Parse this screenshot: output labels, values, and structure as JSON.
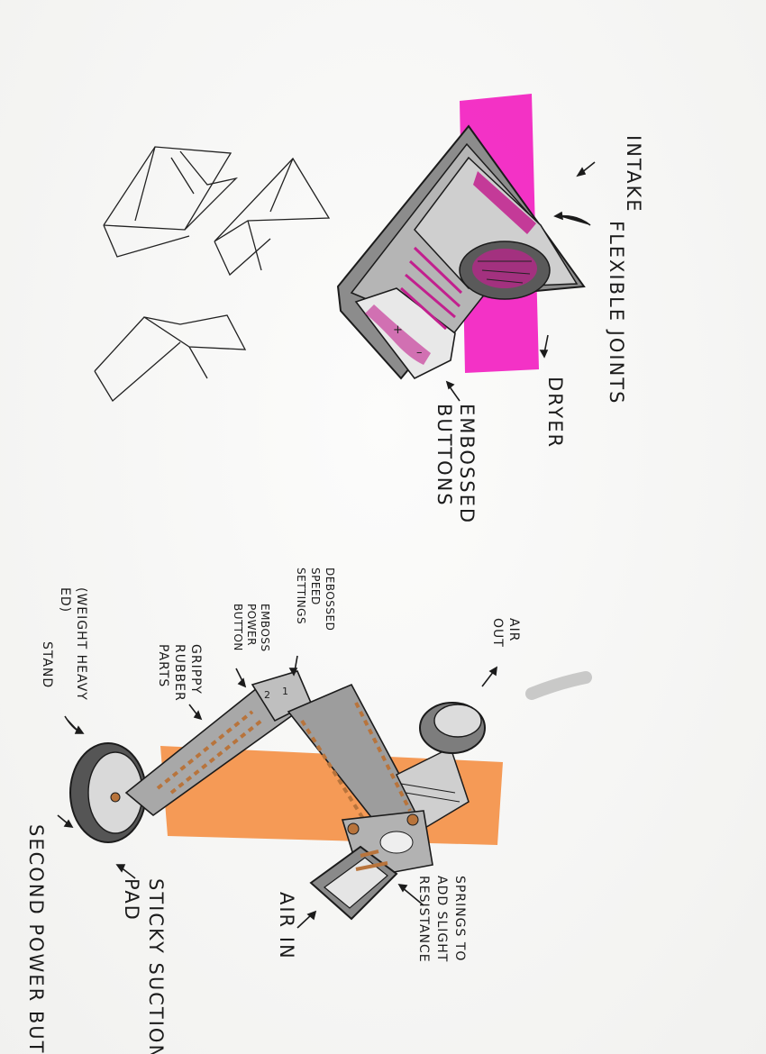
{
  "colors": {
    "highlighter_pink": "#f21cc0",
    "highlighter_orange": "#f58a3a",
    "device_grey": "#9a9a9a",
    "device_dark": "#555555",
    "accent_magenta": "#c2208e",
    "rubber_orange": "#b8743c",
    "ink": "#1b1b1b"
  },
  "labels": {
    "intake": "INTAKE",
    "flexible_joints": "FLEXIBLE JOINTS",
    "dryer": "DRYER",
    "embossed_buttons_1": "EMBOSSED",
    "embossed_buttons_2": "BUTTONS",
    "air_out_1": "AIR",
    "air_out_2": "OUT",
    "debossed_speed_1": "DEBOSSED",
    "debossed_speed_2": "SPEED",
    "debossed_speed_3": "SETTINGS",
    "emboss_power_1": "EMBOSS",
    "emboss_power_2": "POWER",
    "emboss_power_3": "BUTTON",
    "grippy_rubber_1": "GRIPPY",
    "grippy_rubber_2": "RUBBER",
    "grippy_rubber_3": "PARTS",
    "weight_stand_1": "(WEIGHT HEAVY",
    "weight_stand_2": "ED)",
    "weight_stand_3": "STAND",
    "second_power_button": "SECOND POWER BUTTON",
    "sticky_suction_1": "STICKY SUCTION",
    "sticky_suction_2": "PAD",
    "air_in": "AIR IN",
    "springs_1": "SPRINGS TO",
    "springs_2": "ADD SLIGHT",
    "springs_3": "RESISTANCE"
  },
  "icons": [
    "arrow-icon",
    "plus-icon",
    "minus-icon"
  ]
}
